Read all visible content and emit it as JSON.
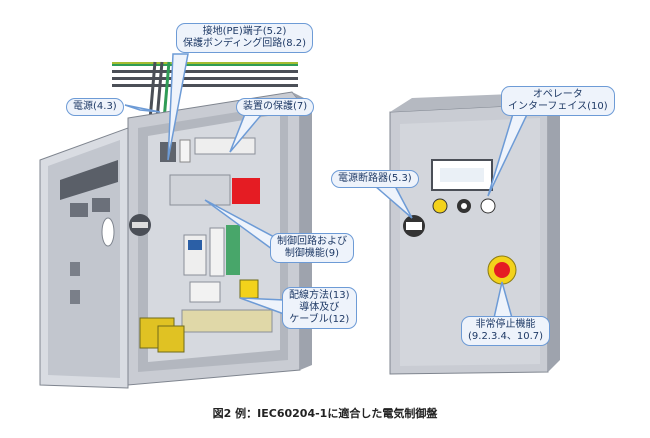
{
  "labels": {
    "pe_terminal": [
      "接地(PE)端子(5.2)",
      "保護ボンディング回路(8.2)"
    ],
    "power": "電源(4.3)",
    "equipment_protection": "装置の保護(7)",
    "control_circuit": [
      "制御回路および",
      "制御機能(9)"
    ],
    "wiring": [
      "配線方法(13)",
      "導体及び",
      "ケーブル(12)"
    ],
    "operator_interface": [
      "オペレータ",
      "インターフェイス(10)"
    ],
    "disconnect": "電源断路器(5.3)",
    "emergency_stop": [
      "非常停止機能",
      "(9.2.3.4、10.7)"
    ]
  },
  "caption": "図2 例：IEC60204-1に適合した電気制御盤",
  "colors": {
    "cabinet": "#c9ccd3",
    "cabinet_dark": "#9ea3ad",
    "panel_green": "#2f9c56",
    "emergency_red": "#e51c23",
    "warning_yellow": "#f3d21b",
    "callout_border": "#6d9bd6",
    "callout_fill": "#eef3fb"
  }
}
